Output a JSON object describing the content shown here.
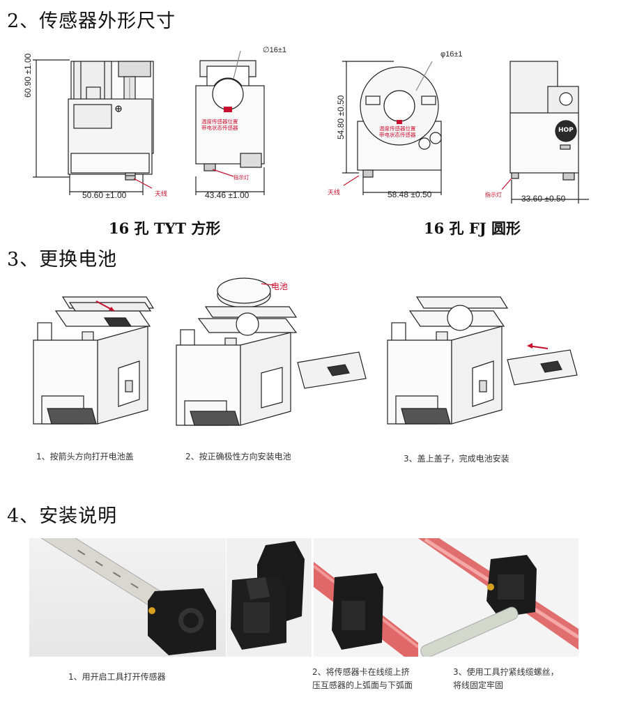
{
  "sections": {
    "s2_title": "2、传感器外形尺寸",
    "s3_title": "3、更换电池",
    "s4_title": "4、安装说明"
  },
  "drawings": {
    "tyt": {
      "label": "16 孔 TYT 方形",
      "height_dim": "60.90 ±1.00",
      "width_dim_front": "50.60 ±1.00",
      "width_dim_side": "43.46 ±1.00",
      "hole_dim": "∅16±1",
      "antenna": "天线",
      "indicator": "指示灯",
      "temp_note_1": "温度传感器位置",
      "temp_note_2": "带电状态传感器"
    },
    "fj": {
      "label": "16 孔 FJ 圆形",
      "height_dim": "54.80 ±0.50",
      "width_dim_front": "58.48 ±0.50",
      "width_dim_side": "33.60 ±0.50",
      "hole_dim": "φ16±1",
      "antenna": "天线",
      "indicator": "指示灯",
      "temp_note_1": "温度传感器位置",
      "temp_note_2": "带电状态传感器",
      "logo": "HOP"
    }
  },
  "battery": {
    "battery_label": "电池",
    "steps": [
      "1、按箭头方向打开电池盖",
      "2、按正确极性方向安装电池",
      "3、盖上盖子，完成电池安装"
    ]
  },
  "install": {
    "steps": [
      "1、用开启工具打开传感器",
      "2、将传感器卡在线缆上挤",
      "压互感器的上弧面与下弧面",
      "3、使用工具拧紧线缆螺丝，",
      "将线固定牢固"
    ]
  }
}
